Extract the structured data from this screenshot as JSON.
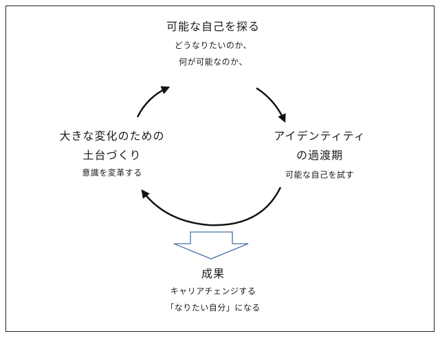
{
  "top": {
    "title": "可能な自己を探る",
    "line1": "どうなりたいのか、",
    "line2": "何が可能なのか、"
  },
  "right": {
    "title1": "アイデンティティ",
    "title2": "の過渡期",
    "sub": "可能な自己を試す"
  },
  "left": {
    "title1": "大きな変化のための",
    "title2": "土台づくり",
    "sub": "意識を変革する"
  },
  "bottom": {
    "title": "成果",
    "line1": "キャリアチェンジする",
    "line2": "「なりたい自分」になる"
  },
  "colors": {
    "outline": "#222222",
    "block_arrow": "#4a6fa5"
  }
}
